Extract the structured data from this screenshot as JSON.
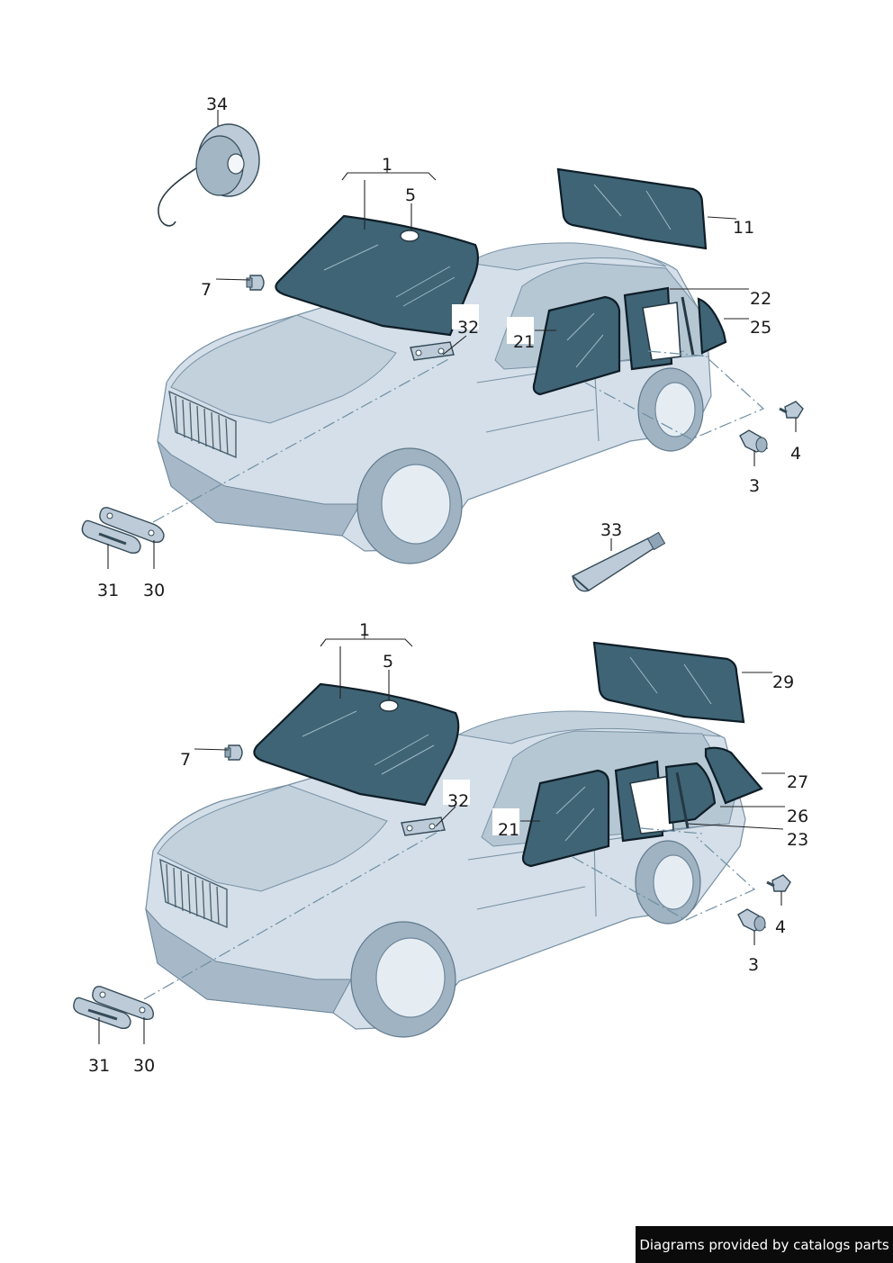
{
  "diagram": {
    "top": {
      "labels": {
        "l34": "34",
        "l1": "1",
        "l5": "5",
        "l11": "11",
        "l7": "7",
        "l22": "22",
        "l25": "25",
        "l32": "32",
        "l21": "21",
        "l4": "4",
        "l3": "3",
        "l33": "33",
        "l31": "31",
        "l30": "30"
      }
    },
    "bottom": {
      "labels": {
        "l1": "1",
        "l5": "5",
        "l29": "29",
        "l7": "7",
        "l27": "27",
        "l32": "32",
        "l26": "26",
        "l21": "21",
        "l23": "23",
        "l4": "4",
        "l3": "3",
        "l31": "31",
        "l30": "30"
      }
    }
  },
  "footer": {
    "credit": "Diagrams provided by catalogs parts"
  }
}
